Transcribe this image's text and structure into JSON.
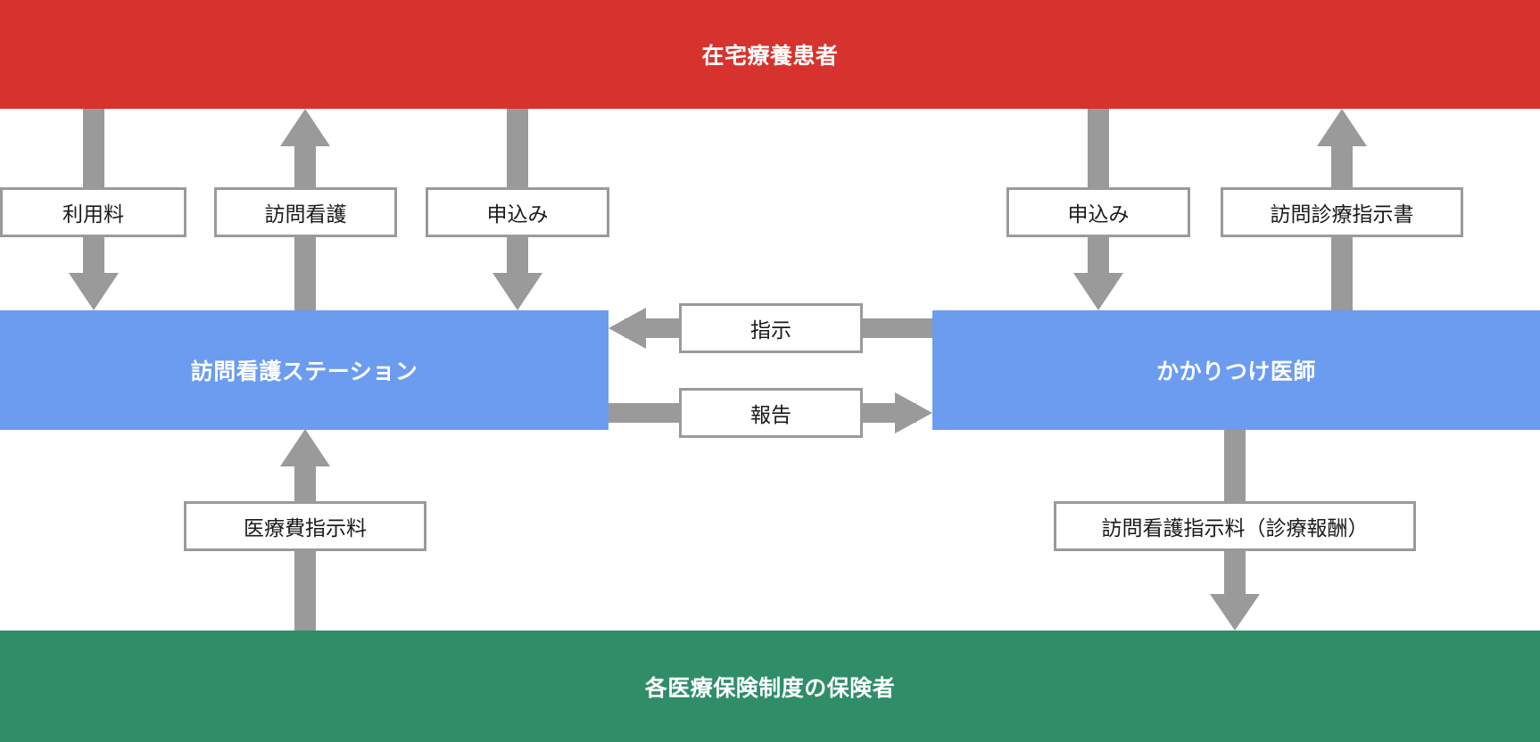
{
  "diagram": {
    "title_implicit": "",
    "colors": {
      "patient_band": "#d7332e",
      "provider_band": "#6b9cf0",
      "insurer_band": "#2f8d68",
      "arrow": "#9a9a9a",
      "label_border": "#9a9a9a",
      "label_background": "#ffffff",
      "band_text": "#ffffff",
      "label_text": "#1a1a1a",
      "page_background": "#ffffff"
    },
    "bands": [
      {
        "id": "patient",
        "label": "在宅療養患者"
      },
      {
        "id": "station",
        "label": "訪問看護ステーション"
      },
      {
        "id": "doctor",
        "label": "かかりつけ医師"
      },
      {
        "id": "insurer",
        "label": "各医療保険制度の保険者"
      }
    ],
    "flows": [
      {
        "id": "riyoryo",
        "label": "利用料",
        "from": "patient",
        "to": "station",
        "direction": "down"
      },
      {
        "id": "homon-kango",
        "label": "訪問看護",
        "from": "station",
        "to": "patient",
        "direction": "up"
      },
      {
        "id": "moushikomi-l",
        "label": "申込み",
        "from": "patient",
        "to": "station",
        "direction": "down"
      },
      {
        "id": "moushikomi-r",
        "label": "申込み",
        "from": "patient",
        "to": "doctor",
        "direction": "down"
      },
      {
        "id": "shinryo-shijisho",
        "label": "訪問診療指示書",
        "from": "doctor",
        "to": "patient",
        "direction": "up"
      },
      {
        "id": "shiji",
        "label": "指示",
        "from": "doctor",
        "to": "station",
        "direction": "left"
      },
      {
        "id": "hokoku",
        "label": "報告",
        "from": "station",
        "to": "doctor",
        "direction": "right"
      },
      {
        "id": "iryohi-shijiryo",
        "label": "医療費指示料",
        "from": "insurer",
        "to": "station",
        "direction": "up"
      },
      {
        "id": "kango-shijiryo",
        "label": "訪問看護指示料（診療報酬）",
        "from": "doctor",
        "to": "insurer",
        "direction": "down"
      }
    ]
  }
}
